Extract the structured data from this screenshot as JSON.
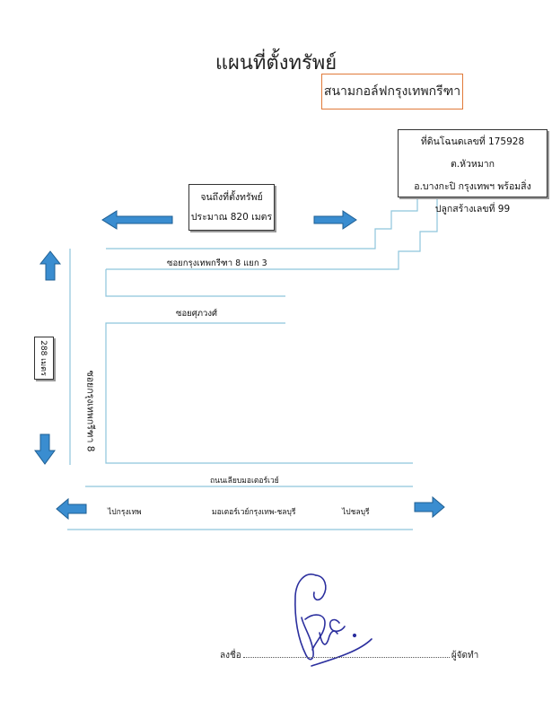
{
  "title": "แผนที่ตั้งทรัพย์",
  "golf_course_label": "สนามกอล์ฟกรุงเทพกรีฑา",
  "deed_box": {
    "line1": "ที่ดินโฉนดเลขที่ 175928 ต.หัวหมาก",
    "line2": "อ.บางกะปิ กรุงเทพฯ พร้อมสิ่ง",
    "line3": "ปลูกสร้างเลขที่ 99"
  },
  "distance_box": {
    "line1": "จนถึงที่ตั้งทรัพย์",
    "line2": "ประมาณ 820 เมตร"
  },
  "length_box": "288 เมตร",
  "roads": {
    "soi_8_yaek_3": "ซอยกรุงเทพกรีฑา 8 แยก 3",
    "soi_sukawong": "ซอยศุภวงศ์",
    "soi_8": "ซอยกรุงเทพกรีฑา 8",
    "frontage_road": "ถนนเลียบมอเตอร์เวย์",
    "motorway": "มอเตอร์เวย์กรุงเทพ-ชลบุรี",
    "to_bangkok": "ไปกรุงเทพ",
    "to_chonburi": "ไปชลบุรี"
  },
  "signature": {
    "sign_label": "ลงชื่อ",
    "role_label": "ผู้จัดทำ"
  },
  "colors": {
    "road_line": "#8ec5dc",
    "arrow_fill": "#3a8dd0",
    "arrow_stroke": "#1f5f93",
    "golf_border": "#e07a3a",
    "signature_ink": "#2b2f9e"
  }
}
